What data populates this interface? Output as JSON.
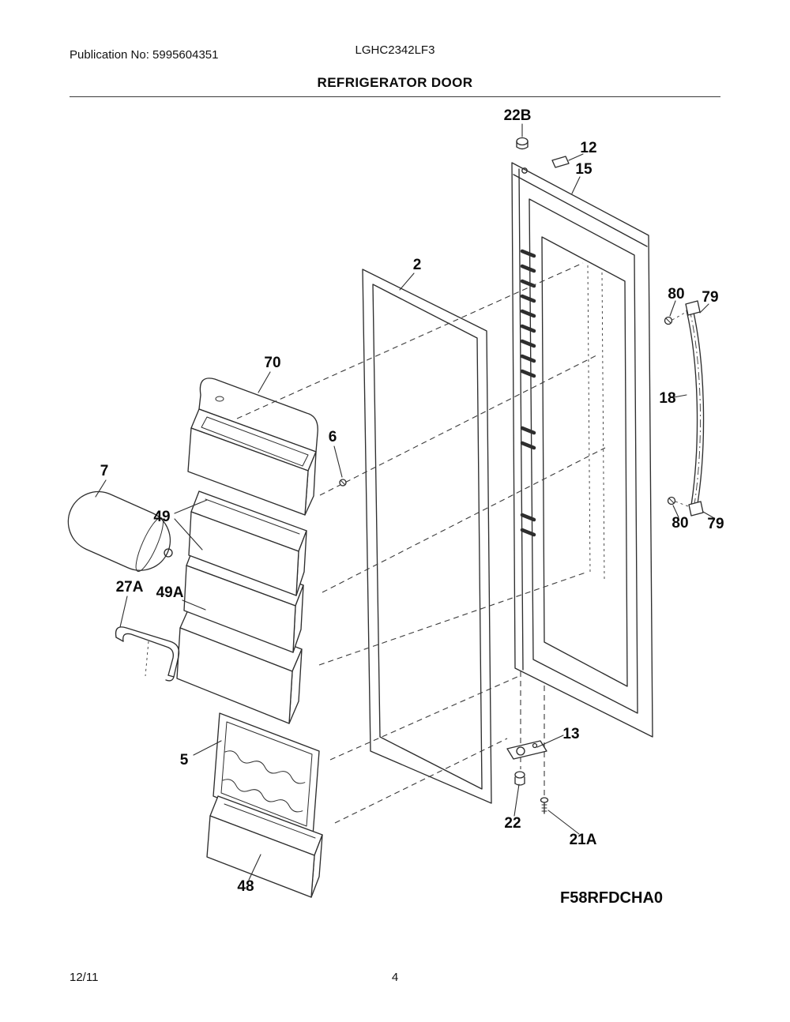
{
  "header": {
    "publication": "Publication No: 5995604351",
    "model": "LGHC2342LF3",
    "title": "REFRIGERATOR DOOR"
  },
  "diagram": {
    "code": "F58RFDCHA0",
    "labels": {
      "l22B": "22B",
      "l12": "12",
      "l15": "15",
      "l2": "2",
      "l80_top": "80",
      "l79_top": "79",
      "l18": "18",
      "l70": "70",
      "l6": "6",
      "l7": "7",
      "l49": "49",
      "l27A": "27A",
      "l49A": "49A",
      "l80_bottom": "80",
      "l79_bottom": "79",
      "l13": "13",
      "l5": "5",
      "l22": "22",
      "l21A": "21A",
      "l48": "48"
    }
  },
  "footer": {
    "date": "12/11",
    "page": "4"
  }
}
